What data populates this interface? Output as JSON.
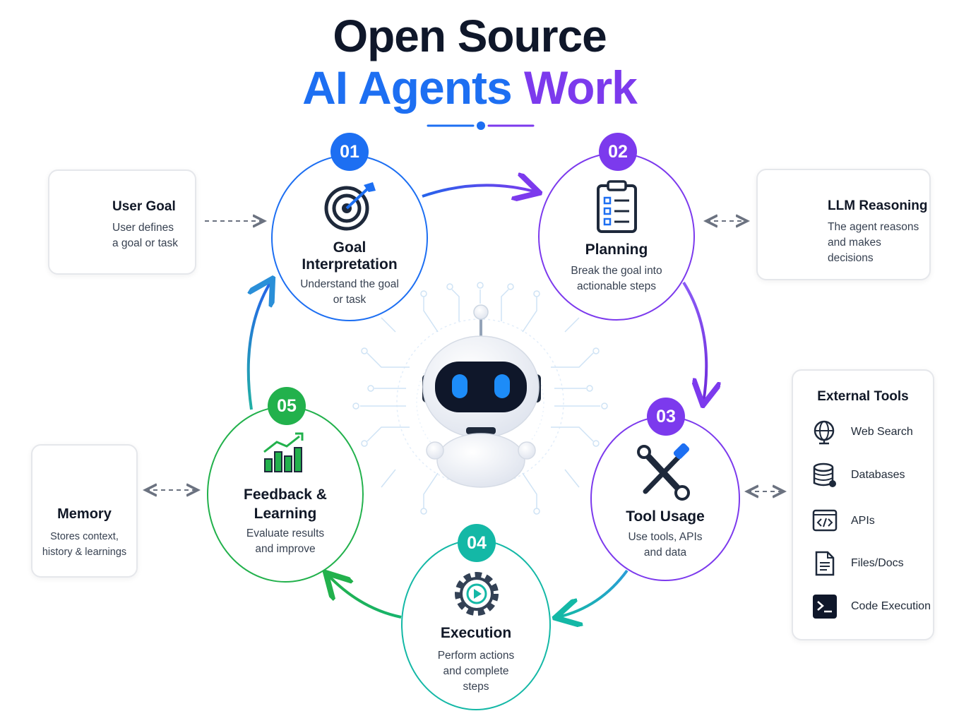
{
  "title": {
    "line1": "Open Source",
    "line2a": "AI Agents",
    "line2b": "Work"
  },
  "colors": {
    "blue": "#1d6ff2",
    "purple": "#7c3aed",
    "green": "#22b14c",
    "teal": "#14b8a6",
    "navy": "#0f172a",
    "gray_arrow": "#6b7280"
  },
  "steps": [
    {
      "number": "01",
      "title": "Goal Interpretation",
      "title_lines": [
        "Goal",
        "Interpretation"
      ],
      "desc_lines": [
        "Understand the goal",
        "or task"
      ],
      "icon": "target-icon"
    },
    {
      "number": "02",
      "title": "Planning",
      "title_lines": [
        "Planning"
      ],
      "desc_lines": [
        "Break the goal into",
        "actionable steps"
      ],
      "icon": "clipboard-icon"
    },
    {
      "number": "03",
      "title": "Tool Usage",
      "title_lines": [
        "Tool Usage"
      ],
      "desc_lines": [
        "Use tools, APIs",
        "and data"
      ],
      "icon": "tools-icon"
    },
    {
      "number": "04",
      "title": "Execution",
      "title_lines": [
        "Execution"
      ],
      "desc_lines": [
        "Perform actions",
        "and complete",
        "steps"
      ],
      "icon": "gear-play-icon"
    },
    {
      "number": "05",
      "title": "Feedback & Learning",
      "title_lines": [
        "Feedback &",
        "Learning"
      ],
      "desc_lines": [
        "Evaluate results",
        "and improve"
      ],
      "icon": "chart-up-icon"
    }
  ],
  "user_goal": {
    "title": "User Goal",
    "desc_lines": [
      "User defines",
      "a goal or task"
    ],
    "icon": "user-icon"
  },
  "llm": {
    "title": "LLM Reasoning",
    "desc_lines": [
      "The agent reasons",
      "and makes",
      "decisions"
    ],
    "icon": "brain-icon"
  },
  "memory": {
    "title": "Memory",
    "desc_lines": [
      "Stores context,",
      "history & learnings"
    ],
    "icon": "database-icon"
  },
  "external_tools": {
    "title": "External Tools",
    "items": [
      {
        "label": "Web Search",
        "icon": "globe-icon"
      },
      {
        "label": "Databases",
        "icon": "database-icon"
      },
      {
        "label": "APIs",
        "icon": "code-icon"
      },
      {
        "label": "Files/Docs",
        "icon": "document-icon"
      },
      {
        "label": "Code Execution",
        "icon": "terminal-icon"
      }
    ]
  },
  "center": {
    "icon": "robot-icon"
  }
}
